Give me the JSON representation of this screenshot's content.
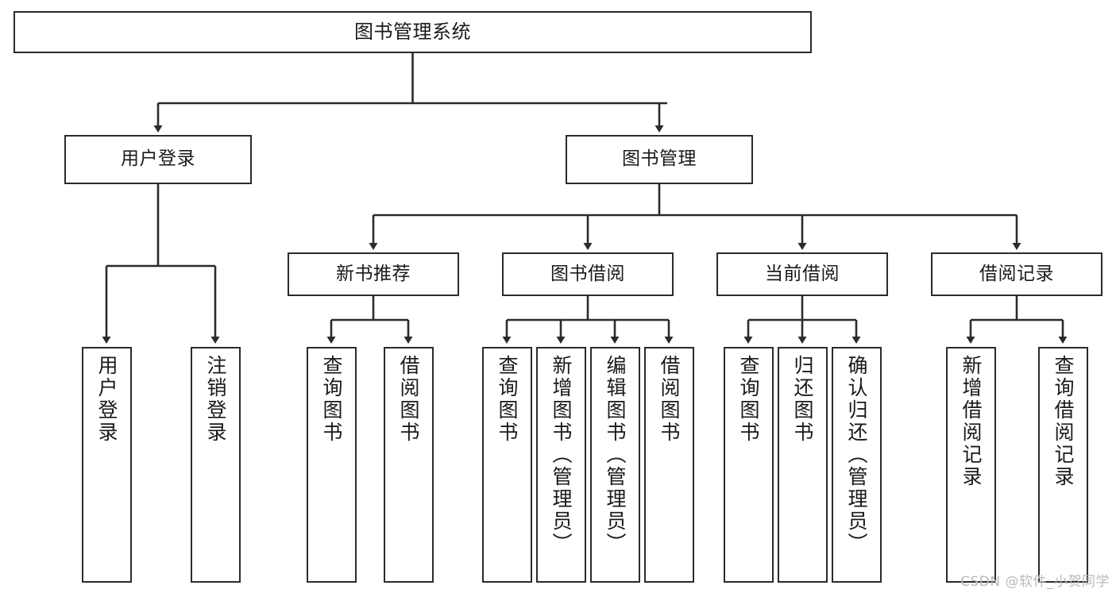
{
  "diagram": {
    "title": "图书管理系统",
    "type": "tree",
    "watermark": "CSDN @软件_小贺同学",
    "colors": {
      "border": "#2b2b2b",
      "fill": "#ffffff",
      "text": "#1a1a1a",
      "connector": "#2b2b2b",
      "watermark": "#b9b9b9"
    },
    "nodes": {
      "root": {
        "label": "图书管理系统"
      },
      "level2": [
        {
          "id": "user-login",
          "label": "用户登录"
        },
        {
          "id": "book-manage",
          "label": "图书管理"
        }
      ],
      "level3": [
        {
          "id": "new-book-recommend",
          "label": "新书推荐"
        },
        {
          "id": "book-borrow",
          "label": "图书借阅"
        },
        {
          "id": "current-borrow",
          "label": "当前借阅"
        },
        {
          "id": "borrow-record",
          "label": "借阅记录"
        }
      ],
      "leaves": {
        "user_login": [
          {
            "id": "leaf-user-login",
            "label": "用户登录"
          },
          {
            "id": "leaf-logout",
            "label": "注销登录"
          }
        ],
        "new_book_recommend": [
          {
            "id": "leaf-query-book-1",
            "label": "查询图书"
          },
          {
            "id": "leaf-borrow-book-1",
            "label": "借阅图书"
          }
        ],
        "book_borrow": [
          {
            "id": "leaf-query-book-2",
            "label": "查询图书"
          },
          {
            "id": "leaf-add-book",
            "label": "新增图书（管理员）"
          },
          {
            "id": "leaf-edit-book",
            "label": "编辑图书（管理员）"
          },
          {
            "id": "leaf-borrow-book-2",
            "label": "借阅图书"
          }
        ],
        "current_borrow": [
          {
            "id": "leaf-query-book-3",
            "label": "查询图书"
          },
          {
            "id": "leaf-return-book",
            "label": "归还图书"
          },
          {
            "id": "leaf-confirm-return",
            "label": "确认归还（管理员）"
          }
        ],
        "borrow_record": [
          {
            "id": "leaf-add-record",
            "label": "新增借阅记录"
          },
          {
            "id": "leaf-query-record",
            "label": "查询借阅记录"
          }
        ]
      }
    }
  }
}
